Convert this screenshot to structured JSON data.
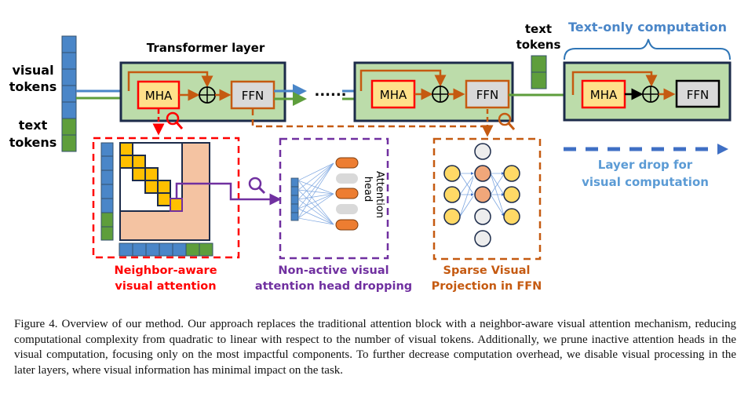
{
  "figure": {
    "input_labels": {
      "visual_tokens": [
        "visual",
        "tokens"
      ],
      "text_tokens": [
        "text",
        "tokens"
      ]
    },
    "input_tokens": {
      "visual_count": 5,
      "text_count": 2
    },
    "transformer_layer_title": "Transformer layer",
    "blocks": {
      "mha": "MHA",
      "ffn": "FFN",
      "add": "⊕"
    },
    "ellipsis": "......",
    "late_text_tokens": {
      "label": [
        "text",
        "tokens"
      ],
      "count": 2
    },
    "text_only_title": "Text-only computation",
    "layer_drop_label": [
      "Layer drop for",
      "visual computation"
    ],
    "panels": {
      "neighbor": {
        "caption": [
          "Neighbor-aware",
          "visual attention"
        ]
      },
      "heads": {
        "caption": [
          "Non-active visual",
          "attention head dropping"
        ],
        "side_label_1": "Attention",
        "side_label_2": "head",
        "active_heads": 3,
        "dropped_heads": 2
      },
      "ffn": {
        "caption": [
          "Sparse Visual",
          "Projection in FFN"
        ]
      }
    },
    "colors": {
      "visual": "#4a86c8",
      "text": "#5e9e3c",
      "layer_fill": "#bcdcaa",
      "layer_border": "#1c2b4a",
      "mha_fill": "#ffe08a",
      "mha_border": "#ff0000",
      "ffn_fill": "#d9d9d9",
      "residual": "#c55a11",
      "neighbor": "#ff0000",
      "heads": "#7030a0",
      "ffn_panel": "#c55a11",
      "text_only": "#4a86c8",
      "layer_drop": "#3f6fc4"
    }
  },
  "caption": "Figure 4. Overview of our method. Our approach replaces the traditional attention block with a neighbor-aware visual attention mechanism, reducing computational complexity from quadratic to linear with respect to the number of visual tokens. Additionally, we prune inactive attention heads in the visual computation, focusing only on the most impactful components. To further decrease computation overhead, we disable visual processing in the later layers, where visual information has minimal impact on the task."
}
